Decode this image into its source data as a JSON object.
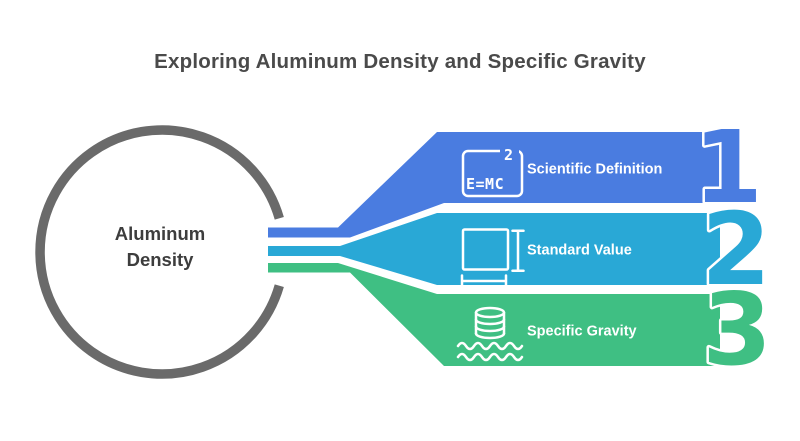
{
  "title": "Exploring Aluminum Density and Specific Gravity",
  "center_circle": {
    "label_line1": "Aluminum",
    "label_line2": "Density"
  },
  "banners": [
    {
      "number": "1",
      "label": "Scientific Definition",
      "color": "#4a7ce0",
      "icon": "formula-emc2-icon"
    },
    {
      "number": "2",
      "label": "Standard Value",
      "color": "#29a8d6",
      "icon": "dimensions-icon"
    },
    {
      "number": "3",
      "label": "Specific Gravity",
      "color": "#3fbf83",
      "icon": "density-float-icon"
    }
  ],
  "icon_formula": {
    "base": "E=MC",
    "exponent": "2"
  },
  "colors": {
    "ring": "#6a6a6a",
    "title_text": "#4a4a4a",
    "circle_text": "#3d3d3d",
    "banner_text": "#ffffff"
  }
}
